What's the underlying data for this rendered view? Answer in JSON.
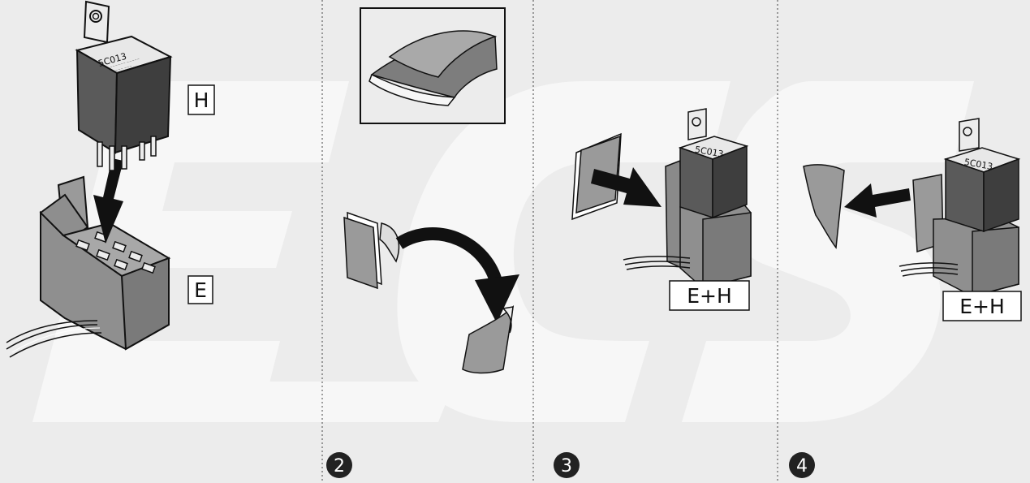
{
  "colors": {
    "background": "#ececec",
    "watermark": "#f7f7f7",
    "relay": "#4b4b4b",
    "base": "#9a9a9a",
    "outline": "#111111"
  },
  "relay_code": "5C013",
  "panel1": {
    "label_relay": "H",
    "label_base": "E"
  },
  "panel2": {
    "step_number": "2"
  },
  "panel3": {
    "step_number": "3",
    "label": "E+H"
  },
  "panel4": {
    "step_number": "4",
    "label": "E+H"
  }
}
